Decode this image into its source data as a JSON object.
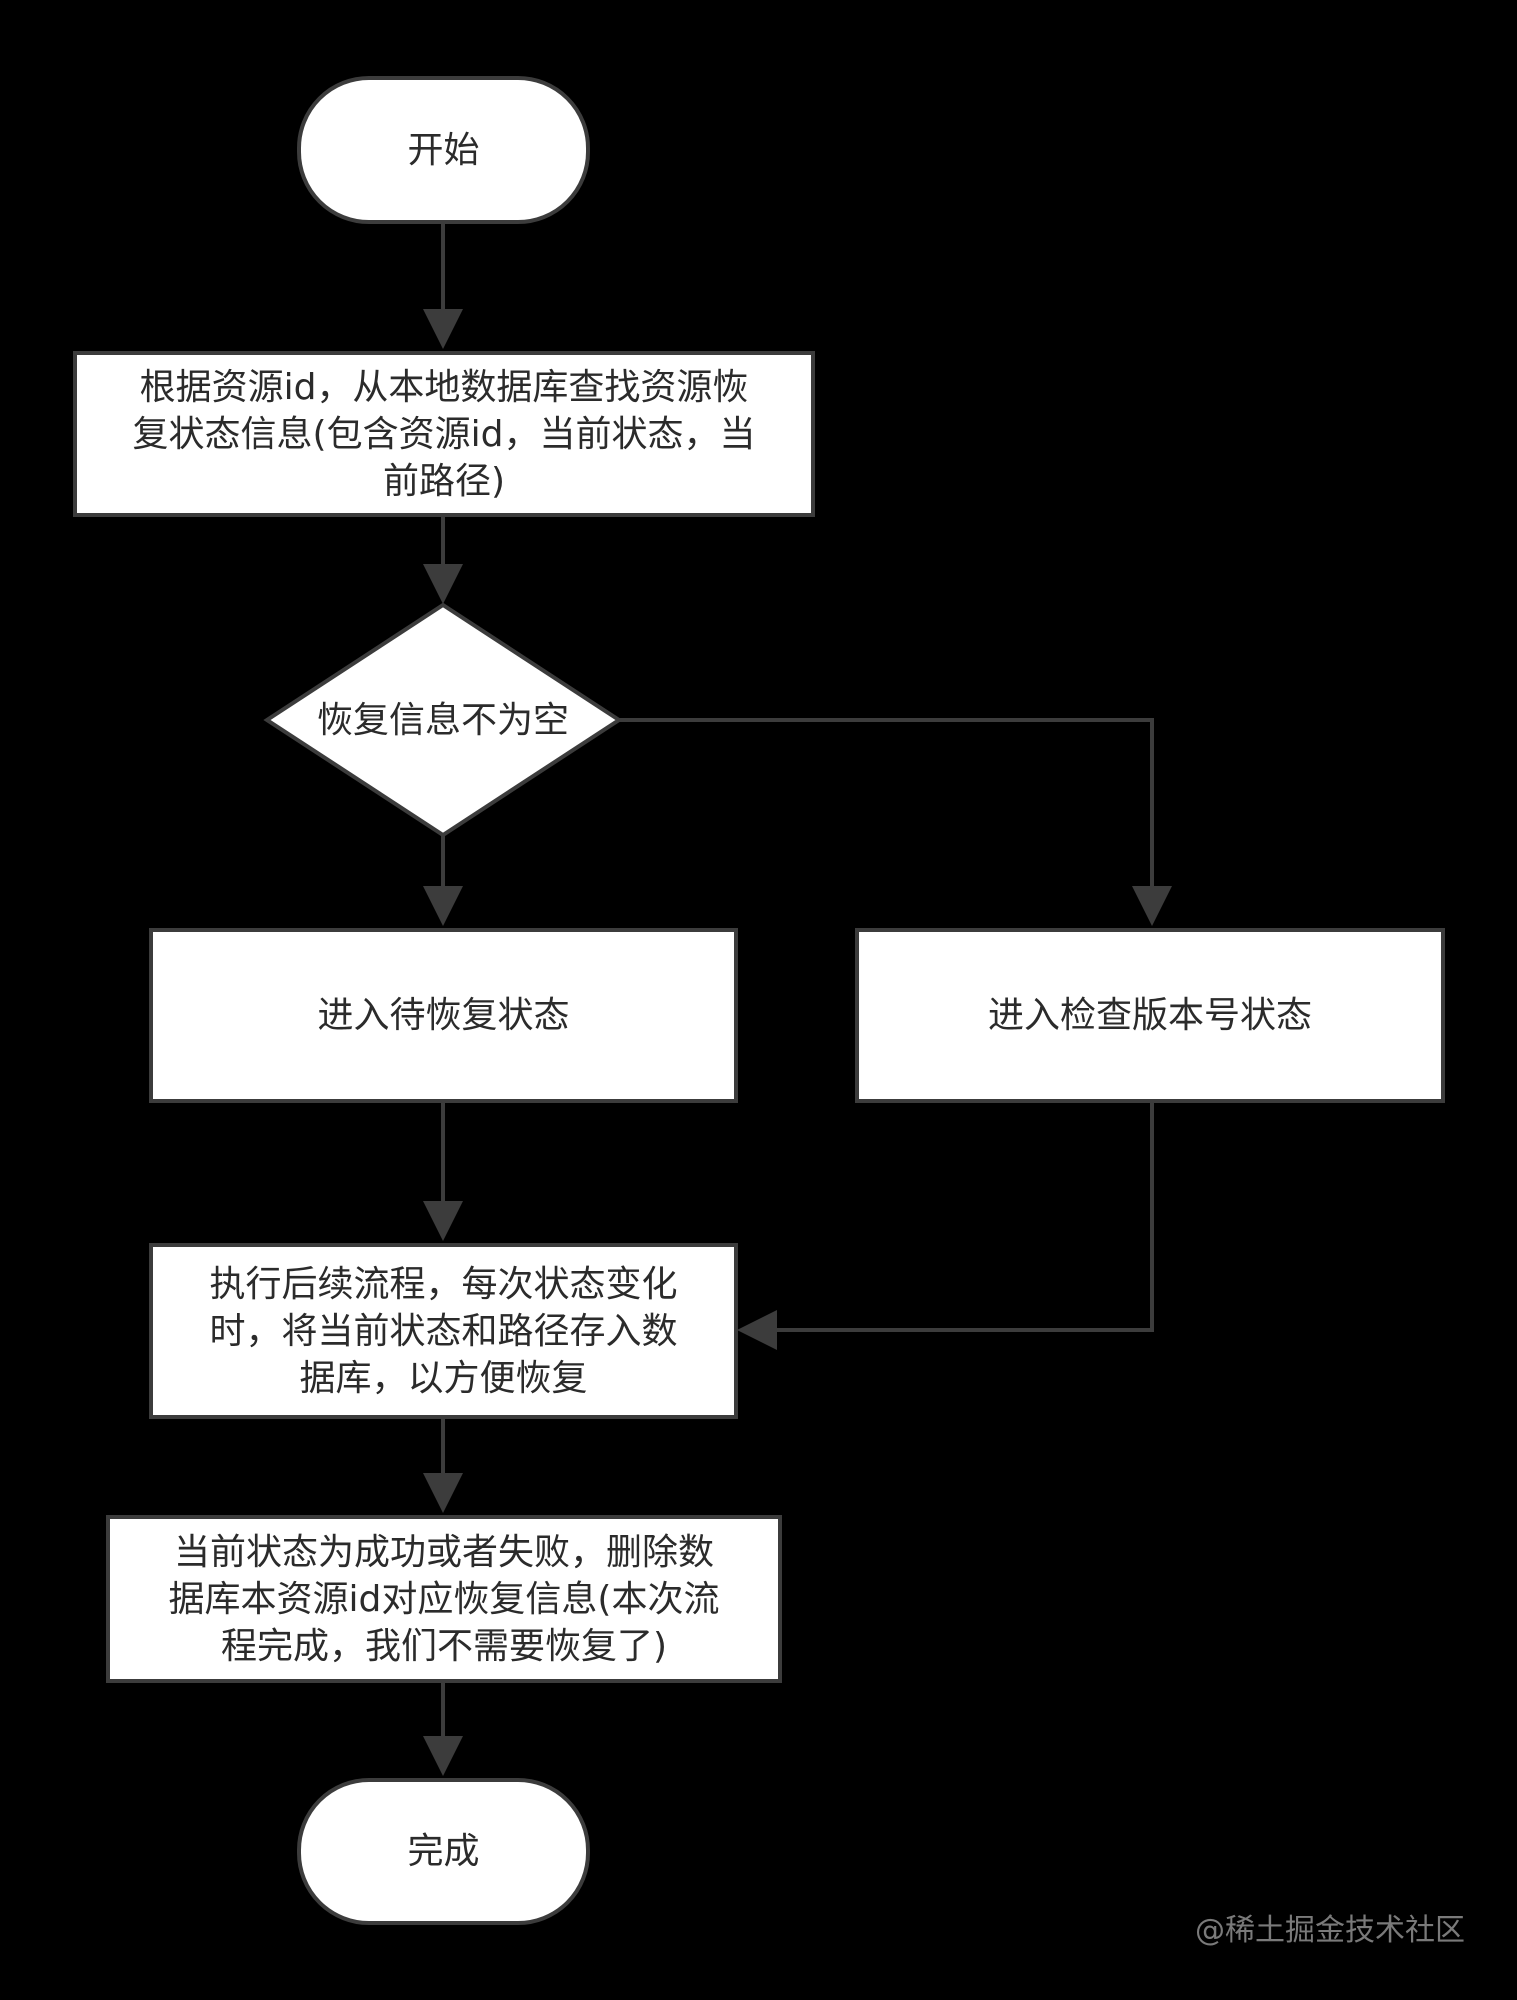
{
  "diagram": {
    "nodes": {
      "start": "开始",
      "lookup": "根据资源id，从本地数据库查找资源恢\n复状态信息(包含资源id，当前状态，当\n前路径)",
      "decision": "恢复信息不为空",
      "wait_restore": "进入待恢复状态",
      "check_version": "进入检查版本号状态",
      "execute": "执行后续流程，每次状态变化\n时，将当前状态和路径存入数\n据库，以方便恢复",
      "cleanup": "当前状态为成功或者失败，删除数\n据库本资源id对应恢复信息(本次流\n程完成，我们不需要恢复了)",
      "end": "完成"
    },
    "edges": [
      {
        "from": "start",
        "to": "lookup"
      },
      {
        "from": "lookup",
        "to": "decision"
      },
      {
        "from": "decision",
        "to": "wait_restore"
      },
      {
        "from": "decision",
        "to": "check_version"
      },
      {
        "from": "wait_restore",
        "to": "execute"
      },
      {
        "from": "check_version",
        "to": "execute"
      },
      {
        "from": "execute",
        "to": "cleanup"
      },
      {
        "from": "cleanup",
        "to": "end"
      }
    ]
  },
  "watermark": "@稀土掘金技术社区",
  "colors": {
    "background": "#000000",
    "node_fill": "#ffffff",
    "stroke": "#3c3c3c",
    "text": "#2b2b2b"
  }
}
